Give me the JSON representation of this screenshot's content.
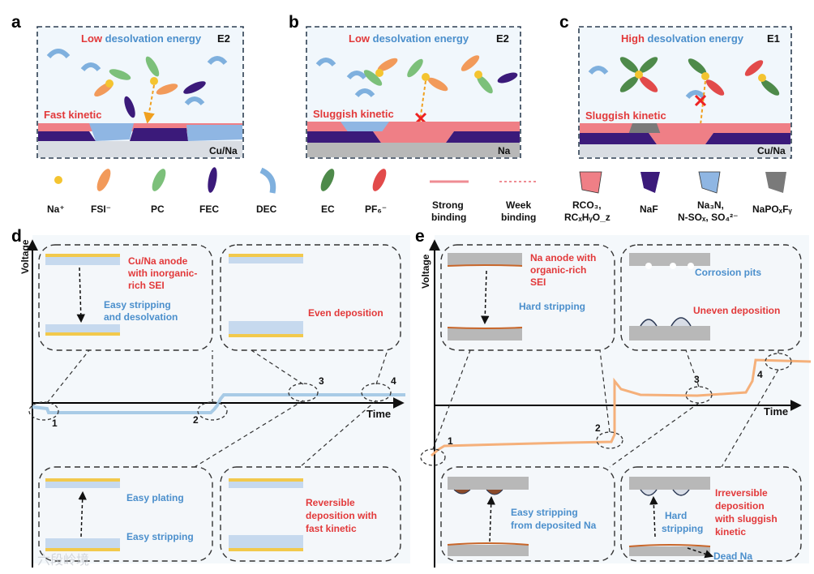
{
  "panels": {
    "a": {
      "letter": "a",
      "energy_level": "Low",
      "energy_rest": "desolvation energy",
      "tag": "E2",
      "kinetic": "Fast kinetic",
      "substrate": "Cu/Na"
    },
    "b": {
      "letter": "b",
      "energy_level": "Low",
      "energy_rest": "desolvation energy",
      "tag": "E2",
      "kinetic": "Sluggish kinetic",
      "substrate": "Na"
    },
    "c": {
      "letter": "c",
      "energy_level": "High",
      "energy_rest": "desolvation energy",
      "tag": "E1",
      "kinetic": "Sluggish kinetic",
      "substrate": "Cu/Na"
    }
  },
  "legend": {
    "na": "Na⁺",
    "fsi": "FSI⁻",
    "pc": "PC",
    "fec": "FEC",
    "dec": "DEC",
    "ec": "EC",
    "pf6": "PF₆⁻",
    "strong_1": "Strong",
    "strong_2": "binding",
    "week_1": "Week",
    "week_2": "binding",
    "rco3_1": "RCO₃,",
    "rco3_2": "RCₓHᵧO_z",
    "naf": "NaF",
    "na3n_1": "Na₃N,",
    "na3n_2": "N-SOₓ, SO₄²⁻",
    "napo": "NaPOₓFᵧ"
  },
  "panel_d": {
    "letter": "d",
    "ylabel": "Voltage",
    "xlabel": "Time",
    "markers": [
      "1",
      "2",
      "3",
      "4"
    ],
    "b1_l1": "Cu/Na anode",
    "b1_l2": "with inorganic-",
    "b1_l3": "rich SEI",
    "b1_l4": "Easy stripping",
    "b1_l5": "and desolvation",
    "b2_l1": "Even deposition",
    "b3_l1": "Easy plating",
    "b3_l2": "Easy stripping",
    "b4_l1": "Reversible",
    "b4_l2": "deposition with",
    "b4_l3": "fast kinetic"
  },
  "panel_e": {
    "letter": "e",
    "ylabel": "Voltage",
    "xlabel": "Time",
    "markers": [
      "1",
      "2",
      "3",
      "4"
    ],
    "b1_l1": "Na anode with",
    "b1_l2": "organic-rich",
    "b1_l3": "SEI",
    "b1_l4": "Hard stripping",
    "b2_l1": "Corrosion pits",
    "b2_l2": "Uneven deposition",
    "b3_l1": "Easy stripping",
    "b3_l2": "from deposited Na",
    "b4_l1": "Irreversible",
    "b4_l2": "deposition",
    "b4_l3": "with sluggish",
    "b4_l4": "kinetic",
    "b4_l5": "Hard",
    "b4_l6": "stripping",
    "b4_l7": "Dead Na"
  },
  "colors": {
    "red": "#e2393a",
    "blue": "#4b8fcc",
    "d_curve": "#a8cbe6",
    "e_curve": "#f5b07a",
    "rco3": "#ef7f86",
    "naf": "#3b1a7a",
    "na3n": "#8fb6e3",
    "napo": "#7a7a7a",
    "cu_layer": "#f2c94c"
  },
  "watermark": "六段岭境"
}
